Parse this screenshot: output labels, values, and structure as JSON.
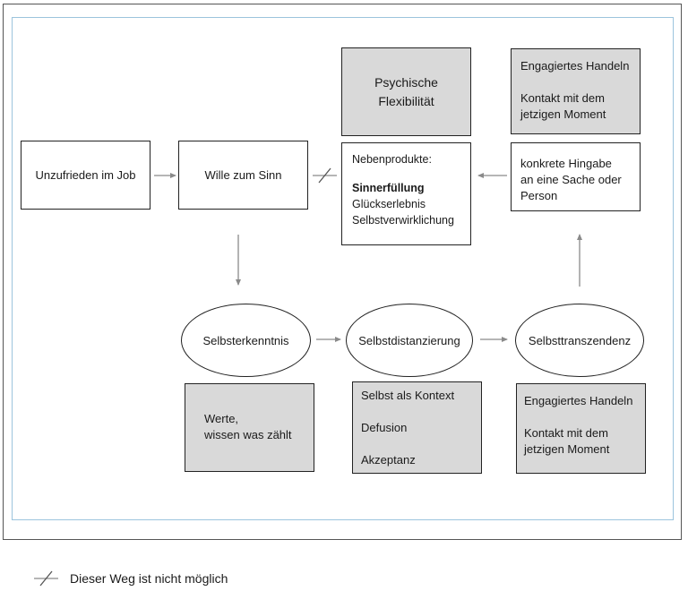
{
  "nodes": {
    "unzufrieden": "Unzufrieden im Job",
    "wille": "Wille zum Sinn",
    "psychische": [
      "Psychische",
      "Flexibilität"
    ],
    "nebenprodukte": {
      "header": "Nebenprodukte:",
      "items": [
        "Sinnerfüllung",
        "Glückserlebnis",
        "Selbstverwirklichung"
      ]
    },
    "engagiert_top": [
      "Engagiertes Handeln",
      "Kontakt mit dem",
      "jetzigen Moment"
    ],
    "hingabe": [
      "konkrete Hingabe",
      "an eine Sache oder",
      "Person"
    ],
    "selbsterkenntnis": "Selbsterkenntnis",
    "selbstdistanzierung": "Selbstdistanzierung",
    "selbsttranszendenz": "Selbsttranszendenz",
    "werte": [
      "Werte,",
      "wissen was zählt"
    ],
    "kontext": [
      "Selbst als Kontext",
      "Defusion",
      "Akzeptanz"
    ],
    "engagiert_bottom": [
      "Engagiertes Handeln",
      "Kontakt mit dem",
      "jetzigen Moment"
    ]
  },
  "legend": {
    "label": "Dieser Weg ist nicht möglich"
  },
  "colors": {
    "grey_fill": "#d9d9d9",
    "border_blue": "#9cc4dd",
    "arrow": "#8a8a8a"
  }
}
